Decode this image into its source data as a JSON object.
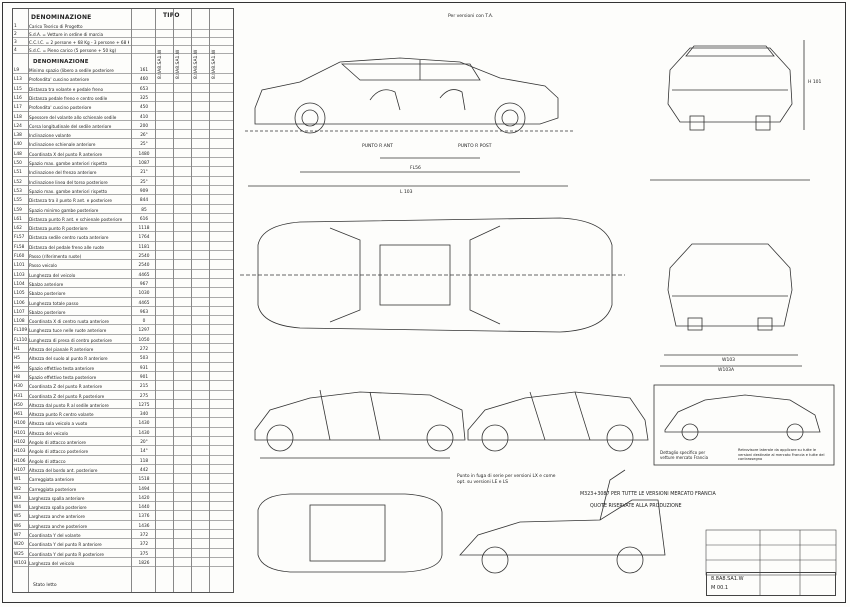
{
  "table": {
    "header_left": "DENOMINAZIONE",
    "header_right": "TIPO",
    "header_sub": "DENOMINAZIONE",
    "load_rows": [
      {
        "code": "1",
        "desc": "Carico Teorico di Progetto"
      },
      {
        "code": "2",
        "desc": "S.d.A. = Vetture in ordine di marcia"
      },
      {
        "code": "3",
        "desc": "C.C.I.C. = 2 persone + 68 Kg - 3 persone + 68 Kg"
      },
      {
        "code": "4",
        "desc": "S.d.C. = Pieno carico (5 persone + 50 kg)"
      }
    ],
    "type_codes": [
      "8.8A8.SA1.W",
      "8.8A8.SA1.W",
      "8.8A8.SA1.W",
      "8.8A8.SA1.W"
    ],
    "rows": [
      {
        "code": "L9",
        "desc": "Minimo spazio (libero a sedile posteriore",
        "val": "161"
      },
      {
        "code": "L13",
        "desc": "Profondita' cuscino anteriore",
        "val": "460"
      },
      {
        "code": "L15",
        "desc": "Distanza tra volante e pedale freno",
        "val": "653"
      },
      {
        "code": "L16",
        "desc": "Distanza pedale freno e centro sedile",
        "val": "325"
      },
      {
        "code": "L17",
        "desc": "Profondita' cuscino posteriore",
        "val": "450"
      },
      {
        "code": "L18",
        "desc": "Spessore del volante allo schienale sedile",
        "val": "410"
      },
      {
        "code": "L24",
        "desc": "Corsa longitudinale del sedile anteriore",
        "val": "200"
      },
      {
        "code": "L38",
        "desc": "Inclinazione volante",
        "val": "26°"
      },
      {
        "code": "L40",
        "desc": "Inclinazione schienale anteriore",
        "val": "25°"
      },
      {
        "code": "L48",
        "desc": "Coordinata X del punto R anteriore",
        "val": "1480"
      },
      {
        "code": "L50",
        "desc": "Spazio max. gambe anteriori rispetto",
        "val": "1087"
      },
      {
        "code": "L51",
        "desc": "Inclinazione del frenzo anteriore",
        "val": "21°"
      },
      {
        "code": "L52",
        "desc": "Inclinazione linea del torso posteriore",
        "val": "25°"
      },
      {
        "code": "L53",
        "desc": "Spazio max. gambe anteriori rispetto",
        "val": "909"
      },
      {
        "code": "L55",
        "desc": "Distanza tra il punto R ant. e posteriore",
        "val": "844"
      },
      {
        "code": "L59",
        "desc": "Spazio minimo gambe posteriore",
        "val": "85"
      },
      {
        "code": "L61",
        "desc": "Distanza punto R ant. e schienale posteriore",
        "val": "616"
      },
      {
        "code": "L62",
        "desc": "Distanza punto R posteriore",
        "val": "1118"
      },
      {
        "code": "FL57",
        "desc": "Distanza sedile centro ruota anteriore",
        "val": "1764"
      },
      {
        "code": "FL58",
        "desc": "Distanza del pedale freno alle ruote",
        "val": "1181"
      },
      {
        "code": "FL60",
        "desc": "Passo (riferimento ruote)",
        "val": "2540"
      },
      {
        "code": "L101",
        "desc": "Passo veicolo",
        "val": "2540"
      },
      {
        "code": "L103",
        "desc": "Lunghezza del veicolo",
        "val": "4465"
      },
      {
        "code": "L104",
        "desc": "Sbalzo anteriore",
        "val": "967"
      },
      {
        "code": "L105",
        "desc": "Sbalzo posteriore",
        "val": "1030"
      },
      {
        "code": "L106",
        "desc": "Lunghezza totale passo",
        "val": "4465"
      },
      {
        "code": "L107",
        "desc": "Sbalzo posteriore",
        "val": "963"
      },
      {
        "code": "L108",
        "desc": "Coordinata X di centro ruota anteriore",
        "val": "0"
      },
      {
        "code": "FL109",
        "desc": "Lunghezza tuce nelle ruote anteriore",
        "val": "1297"
      },
      {
        "code": "FL110",
        "desc": "Lunghezza di presa di centro posteriore",
        "val": "1050"
      },
      {
        "code": "H1",
        "desc": "Altezza del pianale R anteriore",
        "val": "272"
      },
      {
        "code": "H5",
        "desc": "Altezza del suolo al punto R anteriore",
        "val": "503"
      },
      {
        "code": "H6",
        "desc": "Spazio effettivo testa anteriore",
        "val": "931"
      },
      {
        "code": "H8",
        "desc": "Spazio effettivo testa posteriore",
        "val": "901"
      },
      {
        "code": "H30",
        "desc": "Coordinata Z del punto R anteriore",
        "val": "215"
      },
      {
        "code": "H31",
        "desc": "Coordinata Z del punto R posteriore",
        "val": "275"
      },
      {
        "code": "H50",
        "desc": "Altezza dal punto R al sedile anteriore",
        "val": "1275"
      },
      {
        "code": "H61",
        "desc": "Altezza punto R centro volante",
        "val": "340"
      },
      {
        "code": "H100",
        "desc": "Altezza sola veicolo a vuoto",
        "val": "1430"
      },
      {
        "code": "H101",
        "desc": "Altezza del veicolo",
        "val": "1430"
      },
      {
        "code": "H102",
        "desc": "Angolo di attacco anteriore",
        "val": "20°"
      },
      {
        "code": "H103",
        "desc": "Angolo di attacco posteriore",
        "val": "14°"
      },
      {
        "code": "H106",
        "desc": "Angolo di attacco",
        "val": "118"
      },
      {
        "code": "H107",
        "desc": "Altezza del bordo ant. posteriore",
        "val": "442"
      },
      {
        "code": "W1",
        "desc": "Carreggiata anteriore",
        "val": "1518"
      },
      {
        "code": "W2",
        "desc": "Carreggiata posteriore",
        "val": "1494"
      },
      {
        "code": "W3",
        "desc": "Larghezza spalla anteriore",
        "val": "1420"
      },
      {
        "code": "W4",
        "desc": "Larghezza spalla posteriore",
        "val": "1440"
      },
      {
        "code": "W5",
        "desc": "Larghezza anche anteriore",
        "val": "1376"
      },
      {
        "code": "W6",
        "desc": "Larghezza anche posteriore",
        "val": "1436"
      },
      {
        "code": "W7",
        "desc": "Coordinata Y del volante",
        "val": "372"
      },
      {
        "code": "W20",
        "desc": "Coordinata Y del punto R anteriore",
        "val": "372"
      },
      {
        "code": "W25",
        "desc": "Coordinata Y del punto R posteriore",
        "val": "375"
      },
      {
        "code": "W103",
        "desc": "Larghezza del veicolo",
        "val": "1826"
      }
    ],
    "footer": "Stato letto"
  },
  "labels": {
    "punto_r_ant": "PUNTO R ANT",
    "punto_r_post": "PUNTO R POST",
    "f_dim": "FL56",
    "total_length": "L 103",
    "height_dim": "H 101",
    "width_dim": "W103",
    "width_total": "W103A",
    "note_versions": "Per versioni con T.A.",
    "note_france": "Dettaglio specifico per vetture mercato Francia",
    "note_mirror": "Retrovisore laterale da applicare su tutte le versioni destinate al mercato Francia e tutte del contrassegno",
    "note_series": "Punto in fuga di serie per versioni LX e come opt. su versioni LE e LS",
    "note_mercato": "M323+3087 PER TUTTE LE VERSIONI MERCATO FRANCIA",
    "note_quote": "QUOTE RISERVATE ALLA PRODUZIONE",
    "tb_code": "8.8A8.SA1.W",
    "tb_ref": "M 00.1"
  },
  "colors": {
    "ink": "#333333",
    "paper": "#fdfdfb"
  }
}
